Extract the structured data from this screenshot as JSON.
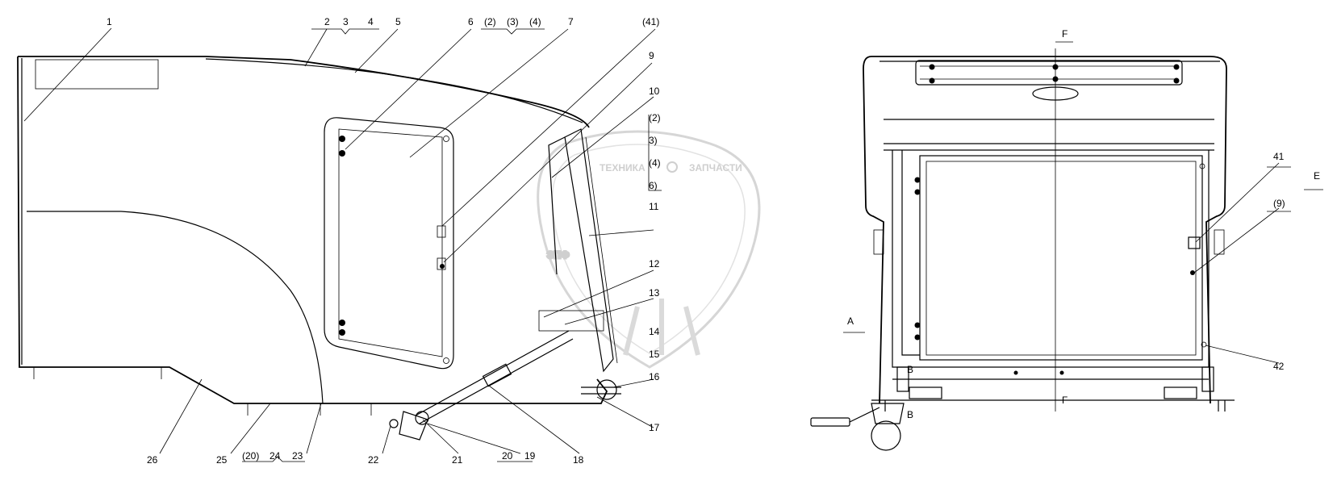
{
  "watermark": {
    "line1": "ТЕХНИКА",
    "line2": "ЗАПЧАСТИ",
    "big": "ЭПФ",
    "color": "#c8c8c8"
  },
  "side_view": {
    "callouts": [
      "1",
      "2",
      "3",
      "4",
      "5",
      "6",
      "(2)",
      "(3)",
      "(4)",
      "7",
      "(41)",
      "9",
      "10",
      "(2)",
      "3)",
      "(4)",
      "6)",
      "11",
      "12",
      "13",
      "14",
      "15",
      "16",
      "17",
      "18",
      "20",
      "19",
      "21",
      "22",
      "(20)",
      "24",
      "23",
      "25",
      "26"
    ]
  },
  "front_view": {
    "callouts": [
      "41",
      "(9)",
      "42"
    ],
    "section_marks": [
      "F",
      "F",
      "E",
      "A",
      "B",
      "B"
    ]
  },
  "colors": {
    "line": "#000000",
    "background": "#ffffff"
  }
}
